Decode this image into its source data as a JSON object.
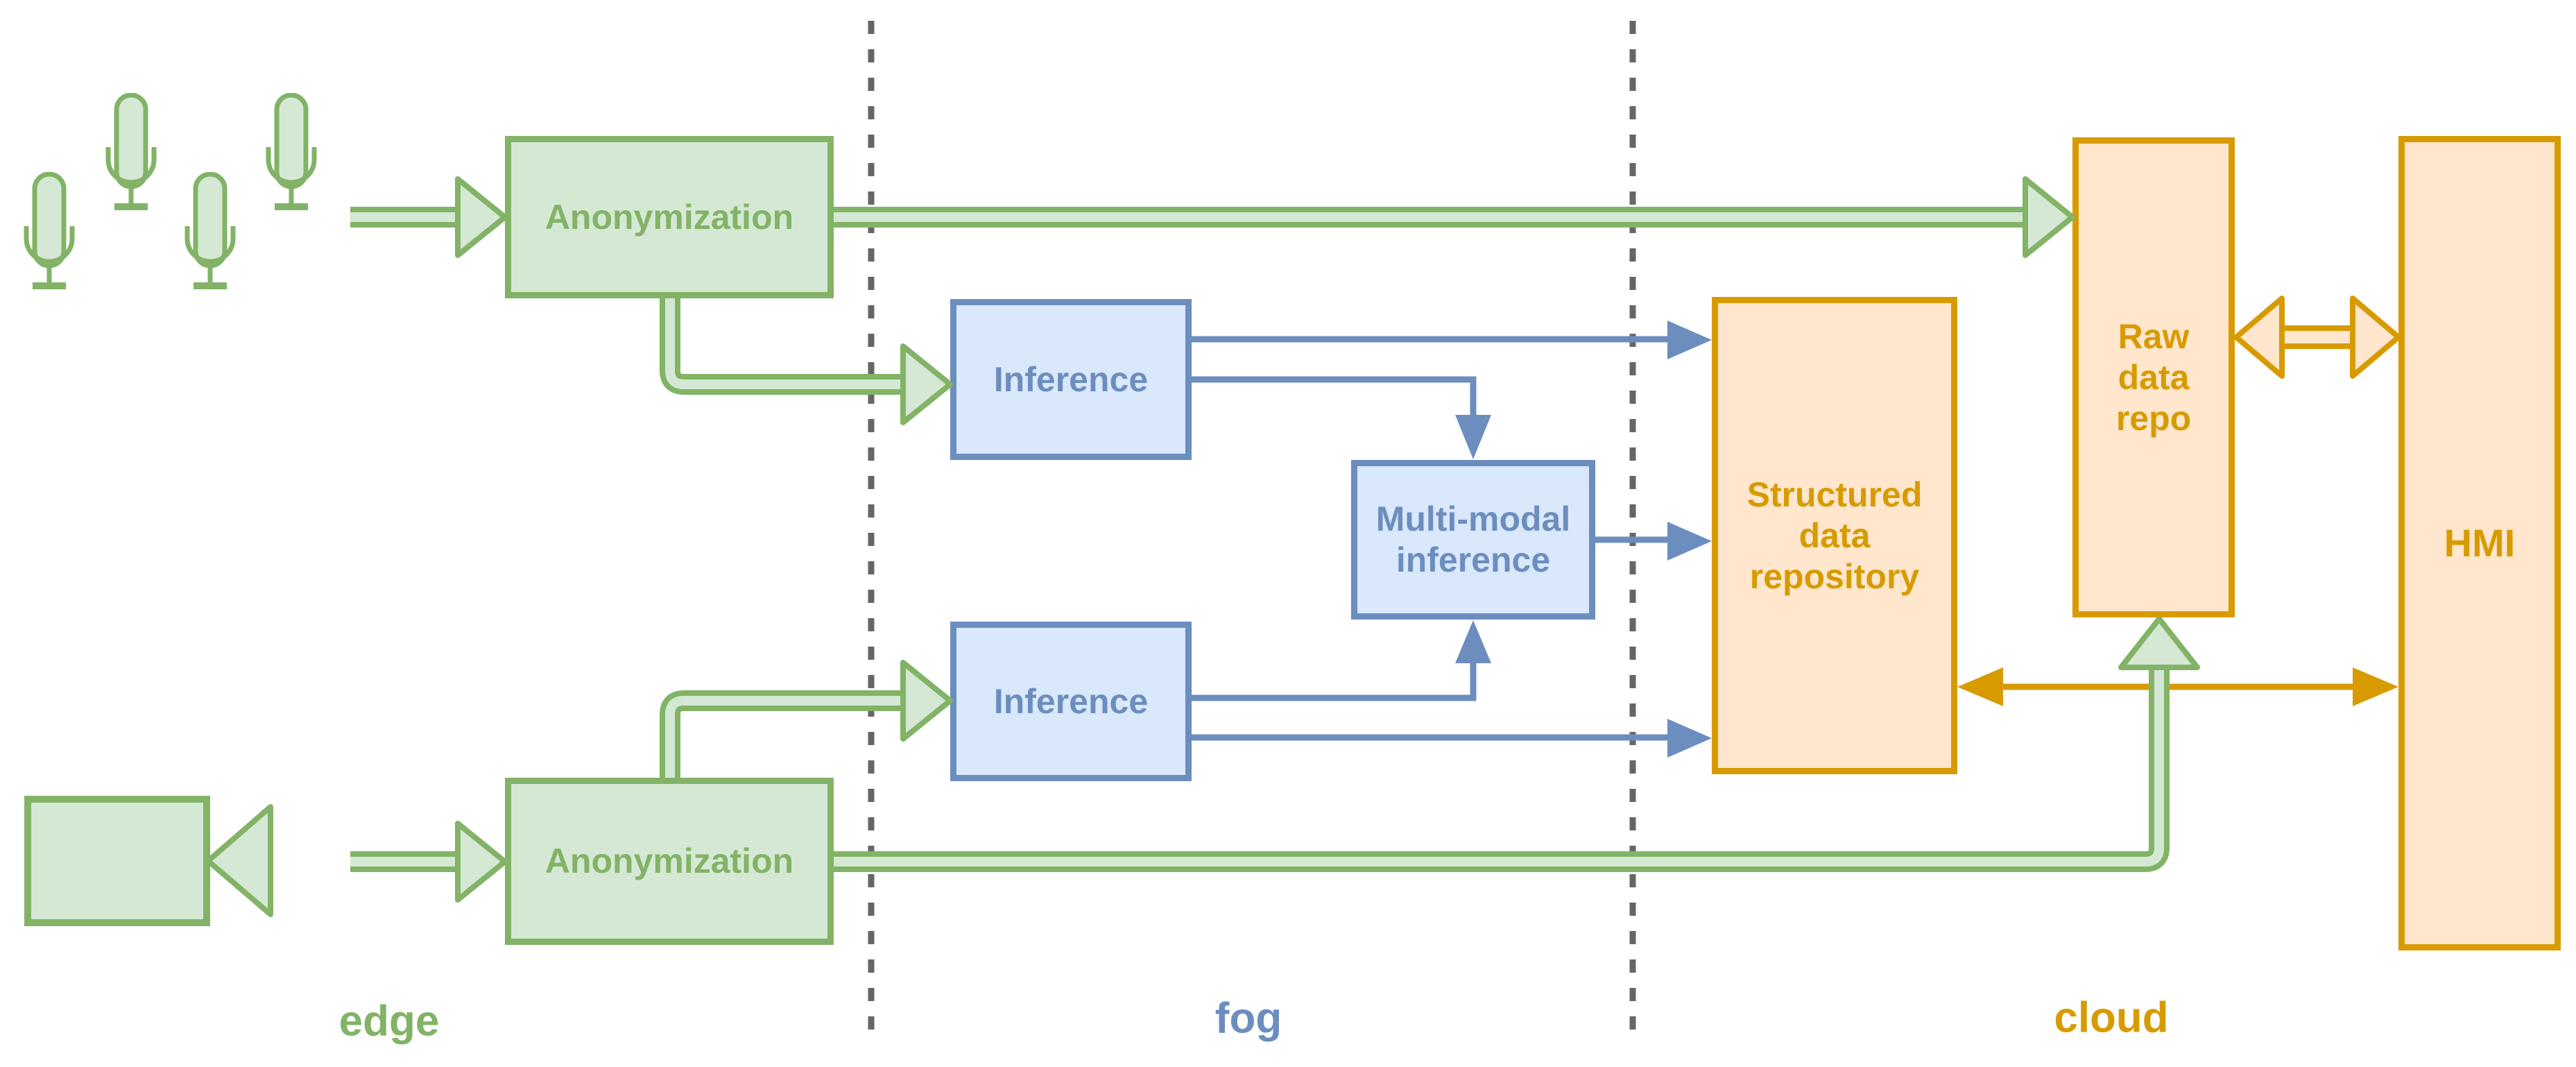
{
  "palette": {
    "green_stroke": "#82b366",
    "green_fill": "#d5e8d4",
    "blue_stroke": "#6c8ebf",
    "blue_fill": "#dae8fc",
    "orange_stroke": "#d79b00",
    "orange_fill": "#ffe6cc",
    "divider_gray": "#666666",
    "background": "#ffffff"
  },
  "zones": [
    {
      "id": "edge",
      "label": "edge",
      "color": "#82b366"
    },
    {
      "id": "fog",
      "label": "fog",
      "color": "#6c8ebf"
    },
    {
      "id": "cloud",
      "label": "cloud",
      "color": "#d79b00"
    }
  ],
  "nodes": {
    "anonymization_top": {
      "label": "Anonymization",
      "zone": "edge",
      "color": "green"
    },
    "anonymization_bottom": {
      "label": "Anonymization",
      "zone": "edge",
      "color": "green"
    },
    "inference_top": {
      "label": "Inference",
      "zone": "fog",
      "color": "blue"
    },
    "inference_bottom": {
      "label": "Inference",
      "zone": "fog",
      "color": "blue"
    },
    "multimodal": {
      "label": "Multi-modal inference",
      "zone": "fog",
      "color": "blue"
    },
    "structured_repo": {
      "label": "Structured data repository",
      "zone": "cloud",
      "color": "orange"
    },
    "raw_repo": {
      "label": "Raw data repo",
      "zone": "cloud",
      "color": "orange"
    },
    "hmi": {
      "label": "HMI",
      "zone": "cloud",
      "color": "orange"
    }
  },
  "icons": [
    {
      "name": "microphone-icon",
      "count": 4,
      "color": "green"
    },
    {
      "name": "video-camera-icon",
      "count": 1,
      "color": "green"
    }
  ],
  "edges": [
    {
      "from": "microphones",
      "to": "anonymization_top",
      "style": "block-arrow",
      "color": "green"
    },
    {
      "from": "video-camera",
      "to": "anonymization_bottom",
      "style": "block-arrow",
      "color": "green"
    },
    {
      "from": "anonymization_top",
      "to": "raw_repo",
      "style": "block-arrow",
      "color": "green"
    },
    {
      "from": "anonymization_top",
      "to": "inference_top",
      "style": "block-arrow",
      "color": "green"
    },
    {
      "from": "anonymization_bottom",
      "to": "inference_bottom",
      "style": "block-arrow",
      "color": "green"
    },
    {
      "from": "anonymization_bottom",
      "to": "raw_repo",
      "style": "block-arrow",
      "color": "green"
    },
    {
      "from": "inference_top",
      "to": "structured_repo",
      "style": "thin-arrow",
      "color": "blue"
    },
    {
      "from": "inference_top",
      "to": "multimodal",
      "style": "thin-arrow",
      "color": "blue"
    },
    {
      "from": "multimodal",
      "to": "structured_repo",
      "style": "thin-arrow",
      "color": "blue"
    },
    {
      "from": "inference_bottom",
      "to": "multimodal",
      "style": "thin-arrow",
      "color": "blue"
    },
    {
      "from": "inference_bottom",
      "to": "structured_repo",
      "style": "thin-arrow",
      "color": "blue"
    },
    {
      "from": "structured_repo",
      "to": "hmi",
      "style": "thin-arrow-bidirectional",
      "color": "orange"
    },
    {
      "from": "raw_repo",
      "to": "hmi",
      "style": "block-arrow-bidirectional",
      "color": "orange"
    }
  ]
}
